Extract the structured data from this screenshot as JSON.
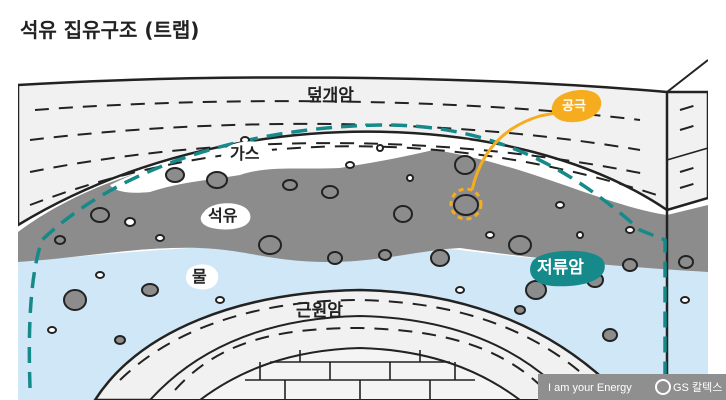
{
  "title": "석유 집유구조 (트랩)",
  "layers": {
    "cap_rock": "덮개암",
    "gas": "가스",
    "oil": "석유",
    "water": "물",
    "source_rock": "근원암",
    "reservoir_rock": "저류암",
    "pore": "공극"
  },
  "footer": {
    "slogan": "I am your Energy",
    "brand": "GS 칼텍스"
  },
  "colors": {
    "outline": "#222222",
    "cap_rock": "#f1f1f1",
    "gas": "#ffffff",
    "oil": "#8c8c8c",
    "water": "#cfe7f6",
    "reservoir_border": "#168a8a",
    "pore_accent": "#f5ad1f",
    "footer_bg": "#8f8f8f"
  }
}
